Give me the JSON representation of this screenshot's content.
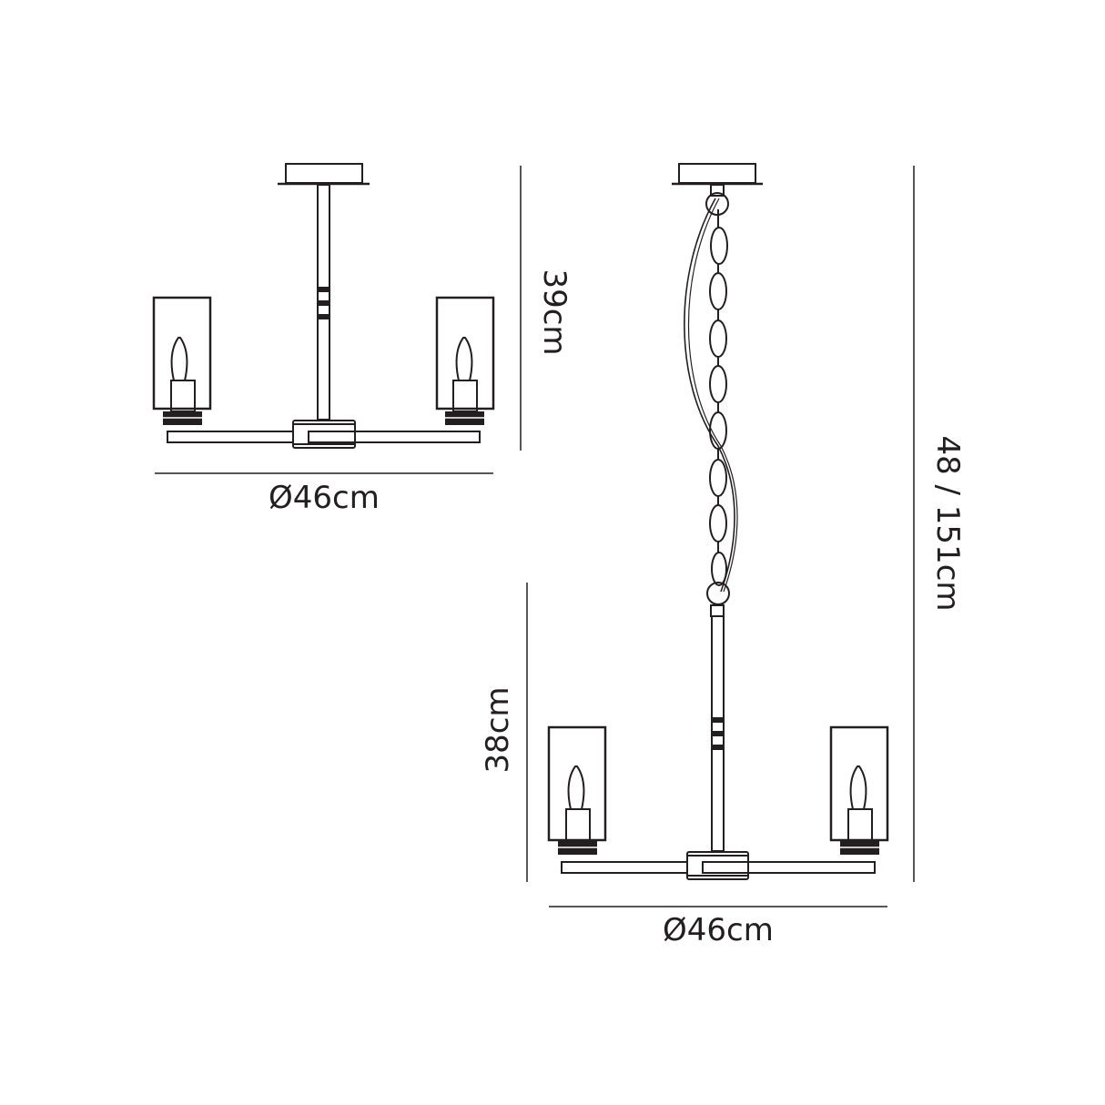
{
  "diagram": {
    "type": "technical dimension drawing",
    "line_color": "#231f20",
    "views": [
      {
        "id": "semi-flush",
        "description": "Semi-flush ceiling fitting with rod, 2 shaded candle lights",
        "height_label": "39cm",
        "width_label": "Ø46cm"
      },
      {
        "id": "pendant",
        "description": "Chain-suspended pendant, 2 shaded candle lights",
        "body_height_label": "38cm",
        "overall_height_label": "48 / 151cm",
        "width_label": "Ø46cm"
      }
    ]
  }
}
